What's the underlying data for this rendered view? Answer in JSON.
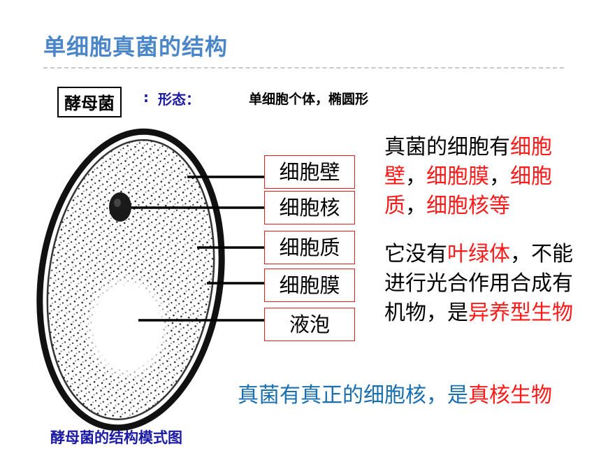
{
  "title": "单细胞真菌的结构",
  "organism": {
    "name": "酵母菌",
    "separator": ":",
    "form_label": "形态：",
    "form_value": "单细胞个体，椭圆形"
  },
  "parts": [
    "细胞壁",
    "细胞核",
    "细胞质",
    "细胞膜",
    "液泡"
  ],
  "desc1": {
    "p1": "真菌的细胞有",
    "r1": "细胞壁",
    "p2": "，",
    "r2": "细胞膜",
    "p3": "，",
    "r3": "细胞质",
    "p4": "，",
    "r4": "细胞核等"
  },
  "desc2": {
    "p1": "它没有",
    "r1": "叶绿体",
    "p2": "，不能进行光合作用合成有机物，是",
    "r2": "异养型生物"
  },
  "bottom_note": {
    "text": "真菌有真正的细胞核，是",
    "highlight": "真核生物"
  },
  "caption": "酵母菌的结构模式图",
  "colors": {
    "title": "#4a86c8",
    "highlight_red": "#ff1a1a",
    "label_blue": "#1a1aa6",
    "note_blue": "#1a6fb0"
  }
}
